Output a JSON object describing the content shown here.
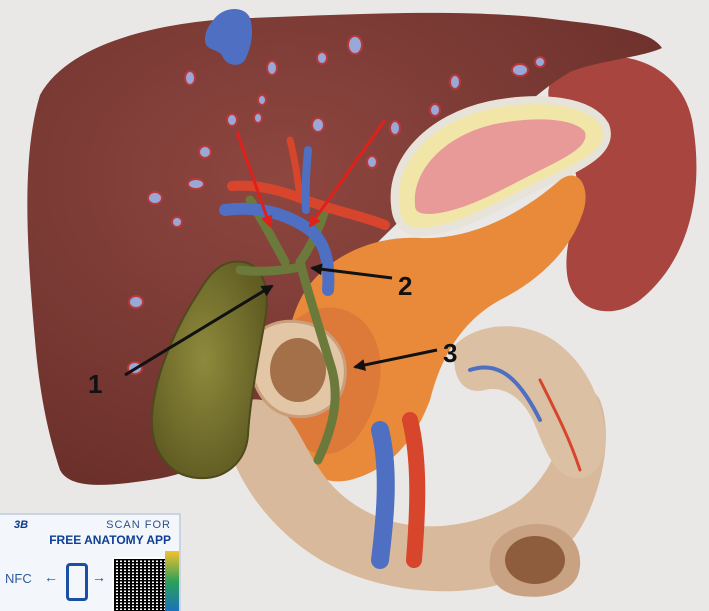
{
  "labels": [
    {
      "text": "1"
    },
    {
      "text": "2"
    },
    {
      "text": "3"
    }
  ],
  "card": {
    "brand": "3B",
    "scan_for": "SCAN FOR",
    "app": "FREE ANATOMY APP",
    "nfc": "NFC"
  },
  "colors": {
    "background": "#e9e8e6",
    "liver": "#7a3a34",
    "gallbladder": "#7c7a32",
    "pancreas": "#e88a3a",
    "duodenum": "#d9b99b",
    "spleen": "#a7453e",
    "vein": "#4f6fc2",
    "artery": "#d8452d",
    "bile_duct": "#6b7a3b",
    "red_arrow": "#e0201b",
    "black_arrow": "#111111"
  }
}
